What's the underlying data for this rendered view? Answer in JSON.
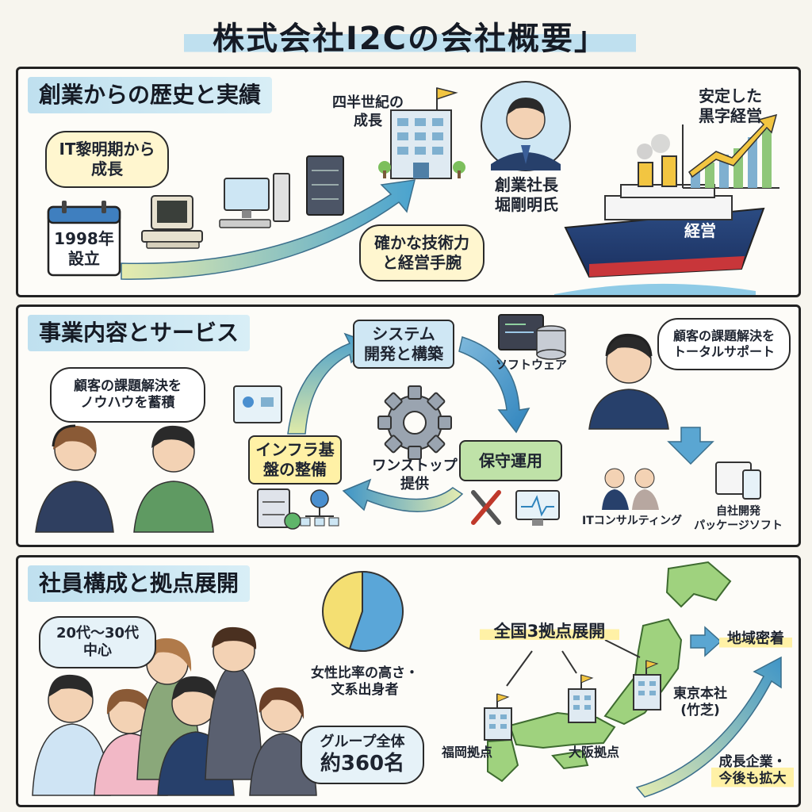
{
  "title": "株式会社I2Cの会社概要」",
  "sections": {
    "history": {
      "title": "創業からの歴史と実績",
      "it_dawn_bubble": [
        "IT黎明期から",
        "成長"
      ],
      "founded": [
        "1998年",
        "設立"
      ],
      "quarter_century": [
        "四半世紀の",
        "成長"
      ],
      "founder_label": [
        "創業社長",
        "堀剛明氏"
      ],
      "tech_bubble": [
        "確かな技術力",
        "と経営手腕"
      ],
      "profit_label": [
        "安定した",
        "黒字経営"
      ],
      "ship_label": "経営"
    },
    "business": {
      "title": "事業内容とサービス",
      "knowhow_bubble": [
        "顧客の課題解決を",
        "ノウハウを蓄積"
      ],
      "system_dev": [
        "システム",
        "開発と構築"
      ],
      "software_label": "ソフトウェア",
      "infra": [
        "インフラ基",
        "盤の整備"
      ],
      "center": [
        "ワンストップ",
        "提供"
      ],
      "maintenance": "保守運用",
      "support_bubble": [
        "顧客の課題解決を",
        "トータルサポート"
      ],
      "consulting_label": "ITコンサルティング",
      "package_label": [
        "自社開発",
        "パッケージソフト"
      ]
    },
    "staff": {
      "title": "社員構成と拠点展開",
      "age_bubble": [
        "20代〜30代",
        "中心"
      ],
      "female_ratio_label": [
        "女性比率の高さ・",
        "文系出身者"
      ],
      "group_bubble": [
        "グループ全体",
        "約360名"
      ],
      "bases_label": "全国3拠点展開",
      "fukuoka": "福岡拠点",
      "osaka": "大阪拠点",
      "tokyo": [
        "東京本社",
        "(竹芝)"
      ],
      "regional": "地域密着",
      "growth": [
        "成長企業・",
        "今後も拡大"
      ]
    }
  },
  "colors": {
    "accent_blue": "#bfe0ef",
    "bubble_yellow": "#fff6cf",
    "green": "#8fc77a",
    "navy": "#27406b"
  }
}
